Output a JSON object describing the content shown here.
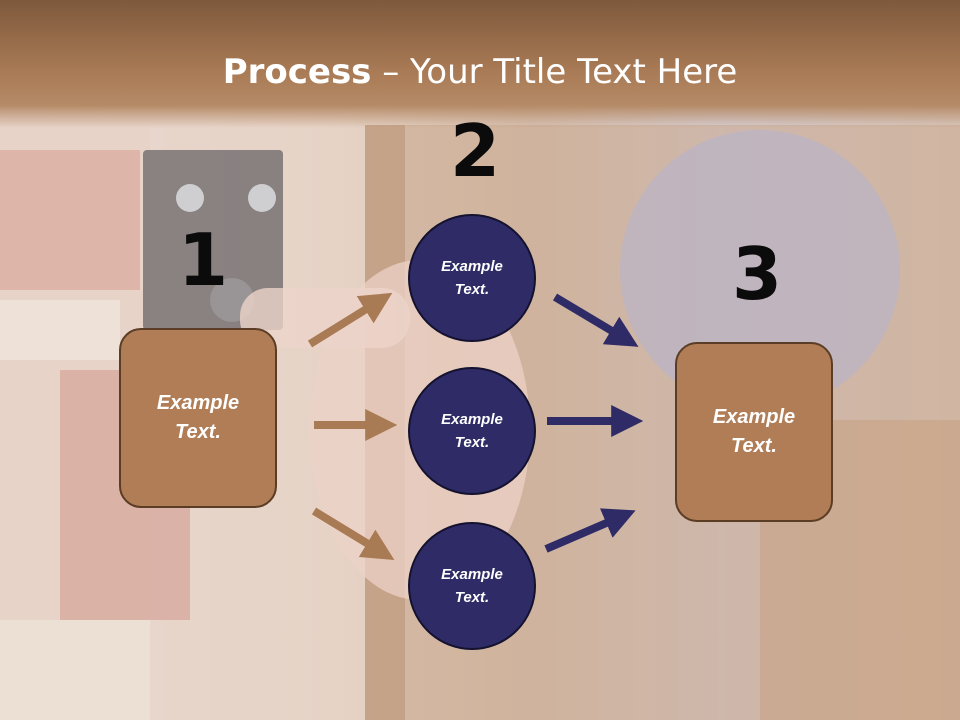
{
  "title": {
    "bold": "Process",
    "rest": " – Your Title Text Here"
  },
  "steps": [
    {
      "number": "1",
      "text": "Example\nText."
    },
    {
      "number": "2",
      "items": [
        "Example\nText.",
        "Example\nText.",
        "Example\nText."
      ]
    },
    {
      "number": "3",
      "text": "Example\nText."
    }
  ],
  "colors": {
    "title_bar": "#a87a55",
    "box_fill": "#b07d56",
    "circle_fill": "#2e2b66",
    "arrow_tan": "#a97b55",
    "arrow_navy": "#2e2b66"
  }
}
